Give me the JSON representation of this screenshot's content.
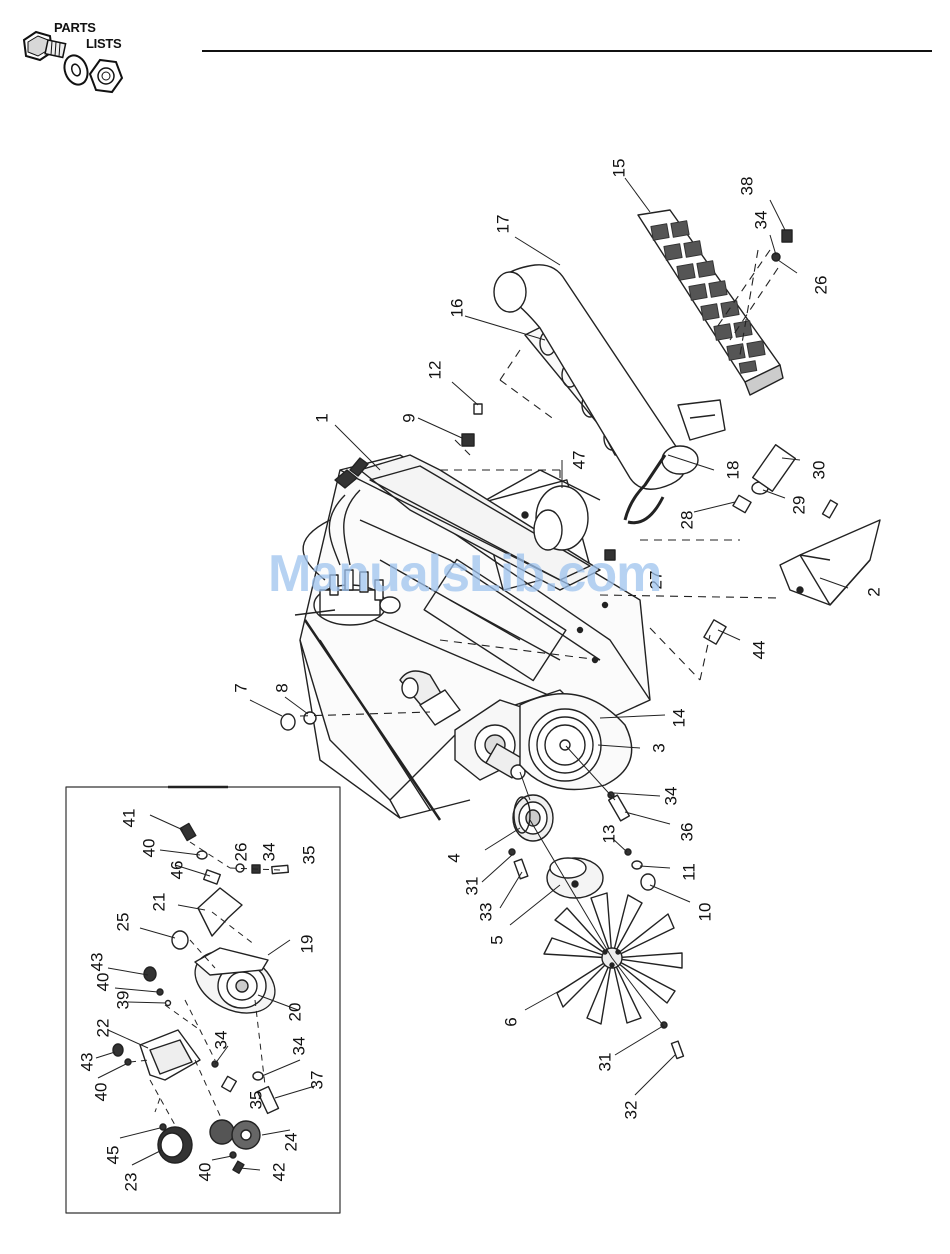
{
  "header": {
    "logo_word_1": "PARTS",
    "logo_word_2": "LISTS"
  },
  "watermark": "ManualsLib.com",
  "callouts": [
    {
      "id": "c1",
      "text": "1"
    },
    {
      "id": "c2",
      "text": "2"
    },
    {
      "id": "c3",
      "text": "3"
    },
    {
      "id": "c4",
      "text": "4"
    },
    {
      "id": "c5",
      "text": "5"
    },
    {
      "id": "c6",
      "text": "6"
    },
    {
      "id": "c7",
      "text": "7"
    },
    {
      "id": "c8",
      "text": "8"
    },
    {
      "id": "c9",
      "text": "9"
    },
    {
      "id": "c10",
      "text": "10"
    },
    {
      "id": "c11",
      "text": "11"
    },
    {
      "id": "c12",
      "text": "12"
    },
    {
      "id": "c13",
      "text": "13"
    },
    {
      "id": "c14",
      "text": "14"
    },
    {
      "id": "c15",
      "text": "15"
    },
    {
      "id": "c16",
      "text": "16"
    },
    {
      "id": "c17",
      "text": "17"
    },
    {
      "id": "c18",
      "text": "18"
    },
    {
      "id": "c26a",
      "text": "26"
    },
    {
      "id": "c27",
      "text": "27"
    },
    {
      "id": "c28",
      "text": "28"
    },
    {
      "id": "c29",
      "text": "29"
    },
    {
      "id": "c30",
      "text": "30"
    },
    {
      "id": "c31a",
      "text": "31"
    },
    {
      "id": "c31b",
      "text": "31"
    },
    {
      "id": "c32",
      "text": "32"
    },
    {
      "id": "c33",
      "text": "33"
    },
    {
      "id": "c34a",
      "text": "34"
    },
    {
      "id": "c34b",
      "text": "34"
    },
    {
      "id": "c36",
      "text": "36"
    },
    {
      "id": "c38",
      "text": "38"
    },
    {
      "id": "c44",
      "text": "44"
    },
    {
      "id": "c47",
      "text": "47"
    },
    {
      "id": "c19",
      "text": "19"
    },
    {
      "id": "c20",
      "text": "20"
    },
    {
      "id": "c21",
      "text": "21"
    },
    {
      "id": "c22",
      "text": "22"
    },
    {
      "id": "c23",
      "text": "23"
    },
    {
      "id": "c24",
      "text": "24"
    },
    {
      "id": "c25",
      "text": "25"
    },
    {
      "id": "c26b",
      "text": "26"
    },
    {
      "id": "c34c",
      "text": "34"
    },
    {
      "id": "c34d",
      "text": "34"
    },
    {
      "id": "c34e",
      "text": "34"
    },
    {
      "id": "c35a",
      "text": "35"
    },
    {
      "id": "c35b",
      "text": "35"
    },
    {
      "id": "c37",
      "text": "37"
    },
    {
      "id": "c39",
      "text": "39"
    },
    {
      "id": "c40a",
      "text": "40"
    },
    {
      "id": "c40b",
      "text": "40"
    },
    {
      "id": "c40c",
      "text": "40"
    },
    {
      "id": "c40d",
      "text": "40"
    },
    {
      "id": "c41",
      "text": "41"
    },
    {
      "id": "c42",
      "text": "42"
    },
    {
      "id": "c43a",
      "text": "43"
    },
    {
      "id": "c43b",
      "text": "43"
    },
    {
      "id": "c45",
      "text": "45"
    },
    {
      "id": "c46",
      "text": "46"
    }
  ]
}
